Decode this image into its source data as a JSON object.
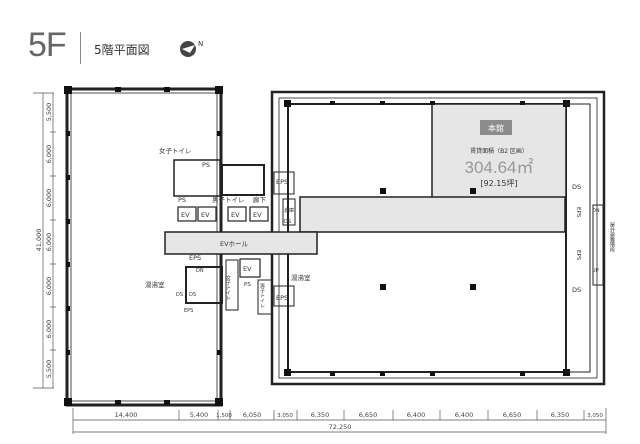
{
  "header": {
    "floor": "5F",
    "title": "5階平面図",
    "compass_label": "N"
  },
  "rooms": {
    "womens_toilet_top": "女子トイレ",
    "ps_top": "PS",
    "ps_left": "PS",
    "mens_toilet": "男子トイレ",
    "corridor": "廊下",
    "eps_upper": "EPS",
    "storage": "倉庫",
    "ds_core": "DS",
    "ev": "EV",
    "ev_hall": "EVホール",
    "eps_core": "EPS",
    "dn": "DN",
    "cleaning_left": "湯沸室",
    "cleaning_right": "湯沸室",
    "ds_left": "DS",
    "ds_left2": "DS",
    "eps_bottom": "EPS",
    "womens_toilet_bottom": "女子トイレ",
    "mens_toilet_bottom": "男子トイレ",
    "ps_bottom": "PS",
    "eps_lower": "EPS",
    "ds_right_top": "DS",
    "ds_right_bottom": "DS",
    "eps_right_1": "EPS",
    "eps_right_2": "EPS",
    "dn_right": "DN",
    "up_right": "UP",
    "outdoor_stairs": "屋外避難階段"
  },
  "lease_area": {
    "badge": "本館",
    "label": "賃貸面積（B2 区画）",
    "area_sqm": "304.64㎡",
    "area_tsubo": "[92.15坪]",
    "fill": "#e6e6e6",
    "badge_color": "#8c8c8c"
  },
  "dimensions": {
    "vertical_total": "41,000",
    "vertical": [
      "5,500",
      "6,000",
      "6,000",
      "6,000",
      "6,000",
      "6,000",
      "5,500"
    ],
    "horizontal_total": "72,250",
    "horizontal": [
      "14,400",
      "5,400",
      "1,500",
      "6,050",
      "3,050",
      "6,350",
      "6,650",
      "6,400",
      "6,400",
      "6,650",
      "6,350",
      "3,050"
    ]
  }
}
